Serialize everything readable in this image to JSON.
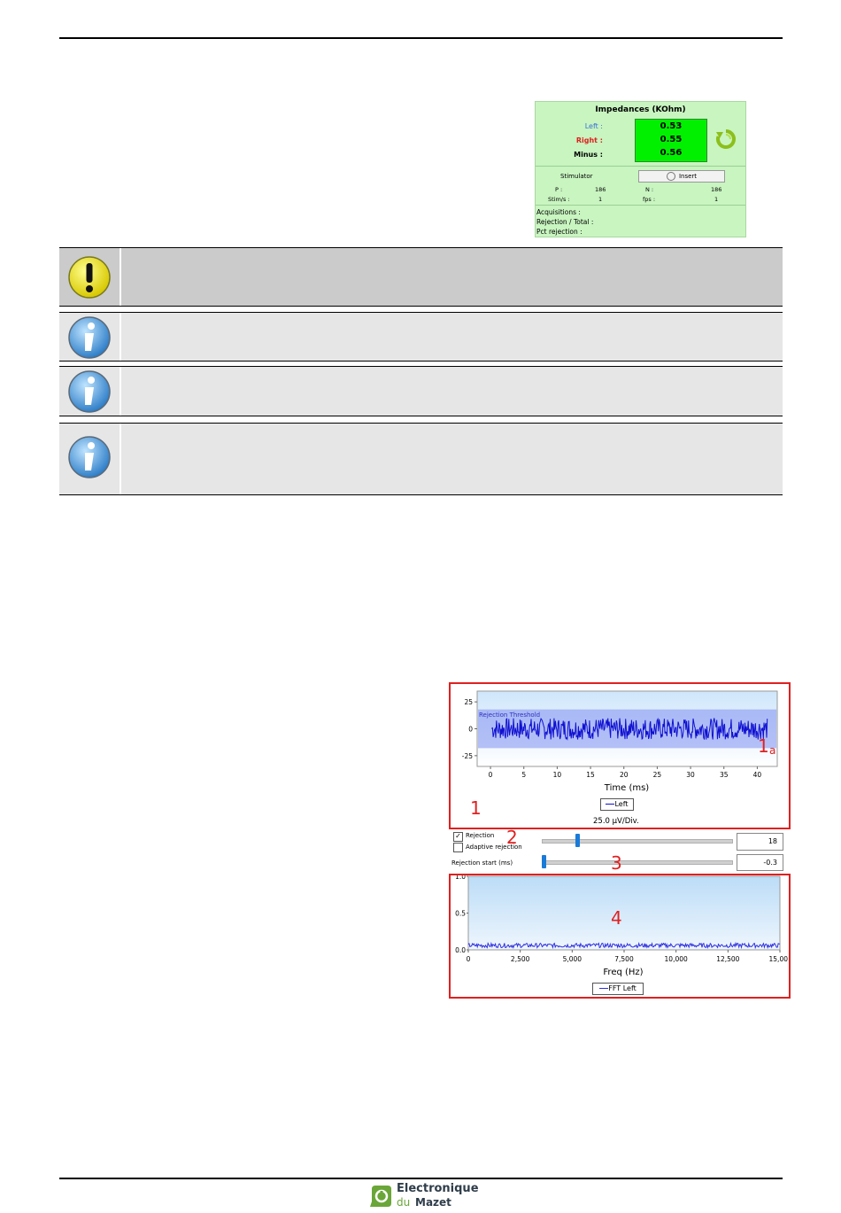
{
  "impedance": {
    "title": "Impedances (KOhm)",
    "left_label": "Left :",
    "right_label": "Right :",
    "minus_label": "Minus :",
    "left_value": "0.53",
    "right_value": "0.55",
    "minus_value": "0.56",
    "stimulator_label": "Stimulator",
    "insert_button": "Insert",
    "p_label": "P :",
    "p_value": "186",
    "n_label": "N :",
    "n_value": "186",
    "stims_label": "Stim/s :",
    "stims_value": "1",
    "fps_label": "fps :",
    "fps_value": "1",
    "acquisitions_label": "Acquisitions :",
    "rejection_total_label": "Rejection / Total :",
    "pct_rejection_label": "Pct rejection :",
    "colors": {
      "left": "#3a6fd8",
      "right": "#e02020",
      "box": "#00f000",
      "panel": "#c8f5c0"
    }
  },
  "notes": [
    {
      "type": "warning",
      "icon": "exclamation-icon"
    },
    {
      "type": "info",
      "icon": "info-icon"
    },
    {
      "type": "info",
      "icon": "info-icon"
    },
    {
      "type": "info",
      "icon": "info-icon"
    }
  ],
  "signal_plot": {
    "threshold_label": "Rejection Threshold",
    "xlabel": "Time (ms)",
    "legend": "Left",
    "scale_label": "25.0 µV/Div.",
    "y_ticks": [
      "25",
      "0",
      "-25"
    ],
    "x_ticks": [
      "0",
      "5",
      "10",
      "15",
      "20",
      "25",
      "30",
      "35",
      "40"
    ],
    "xlim": [
      -2,
      43
    ],
    "ylim": [
      -35,
      35
    ],
    "threshold": 18,
    "trace_range": [
      0.2,
      41.5
    ],
    "series_color": "#1010d0"
  },
  "controls": {
    "rejection_label": "Rejection",
    "rejection_checked": true,
    "adaptive_label": "Adaptive rejection",
    "adaptive_checked": false,
    "rejection_value": "18",
    "rejection_start_label": "Rejection start (ms)",
    "rejection_start_value": "-0.3",
    "rejection_slider_fraction": 0.18,
    "start_slider_fraction": 0.0
  },
  "fft_plot": {
    "xlabel": "Freq (Hz)",
    "legend": "FFT Left",
    "y_ticks": [
      "1.0",
      "0.5",
      "0.0"
    ],
    "x_ticks": [
      "0",
      "2,500",
      "5,000",
      "7,500",
      "10,000",
      "12,500",
      "15,00"
    ],
    "xlim": [
      0,
      15000
    ],
    "ylim": [
      0,
      1.0
    ],
    "series_color": "#3030e0"
  },
  "callouts": [
    "1",
    "a",
    "1",
    "2",
    "3",
    "4"
  ],
  "logo": {
    "line1": "Electronique",
    "line2a": "du",
    "line2b": "Mazet"
  }
}
